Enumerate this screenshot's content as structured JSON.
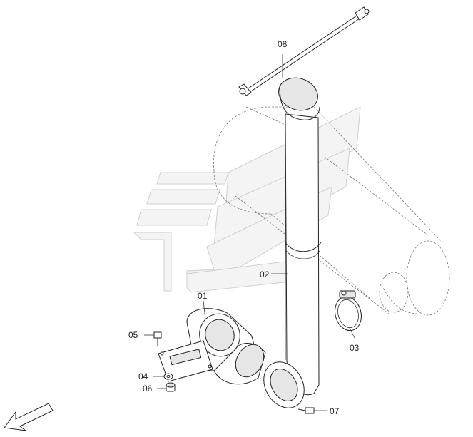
{
  "callouts": [
    {
      "id": "08",
      "label": "08"
    },
    {
      "id": "01",
      "label": "01"
    },
    {
      "id": "02",
      "label": "02"
    },
    {
      "id": "03",
      "label": "03"
    },
    {
      "id": "05",
      "label": "05"
    },
    {
      "id": "04",
      "label": "04"
    },
    {
      "id": "06",
      "label": "06"
    },
    {
      "id": "07",
      "label": "07"
    }
  ],
  "icons": {
    "direction": "arrow-down-left-icon",
    "watermark": "chevron-logo-watermark"
  }
}
